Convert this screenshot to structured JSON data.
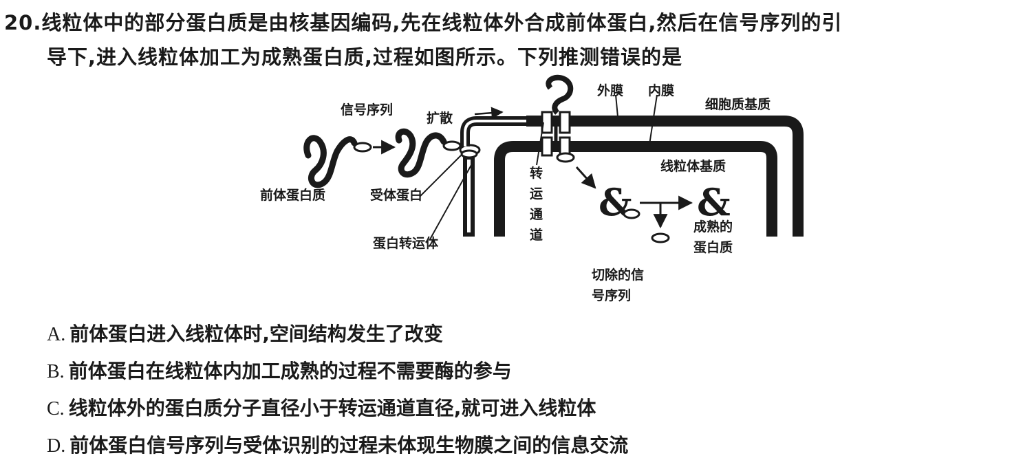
{
  "question": {
    "number": "20.",
    "line1": "线粒体中的部分蛋白质是由核基因编码,先在线粒体外合成前体蛋白,然后在信号序列的引",
    "line2": "导下,进入线粒体加工为成熟蛋白质,过程如图所示。下列推测错误的是"
  },
  "diagram": {
    "signal_sequence": "信号序列",
    "diffusion": "扩散",
    "outer_membrane": "外膜",
    "inner_membrane": "内膜",
    "cytoplasm_matrix": "细胞质基质",
    "mito_matrix": "线粒体基质",
    "precursor_protein": "前体蛋白质",
    "receptor_protein": "受体蛋白",
    "transport_protein": "蛋白转运体",
    "channel_c1": "转",
    "channel_c2": "运",
    "channel_c3": "通",
    "channel_c4": "道",
    "mature_line1": "成熟的",
    "mature_line2": "蛋白质",
    "cut_line1": "切除的信",
    "cut_line2": "号序列"
  },
  "options": [
    {
      "letter": "A.",
      "text": "前体蛋白进入线粒体时,空间结构发生了改变"
    },
    {
      "letter": "B.",
      "text": "前体蛋白在线粒体内加工成熟的过程不需要酶的参与"
    },
    {
      "letter": "C.",
      "text": "线粒体外的蛋白质分子直径小于转运通道直径,就可进入线粒体"
    },
    {
      "letter": "D.",
      "text": "前体蛋白信号序列与受体识别的过程未体现生物膜之间的信息交流"
    }
  ]
}
